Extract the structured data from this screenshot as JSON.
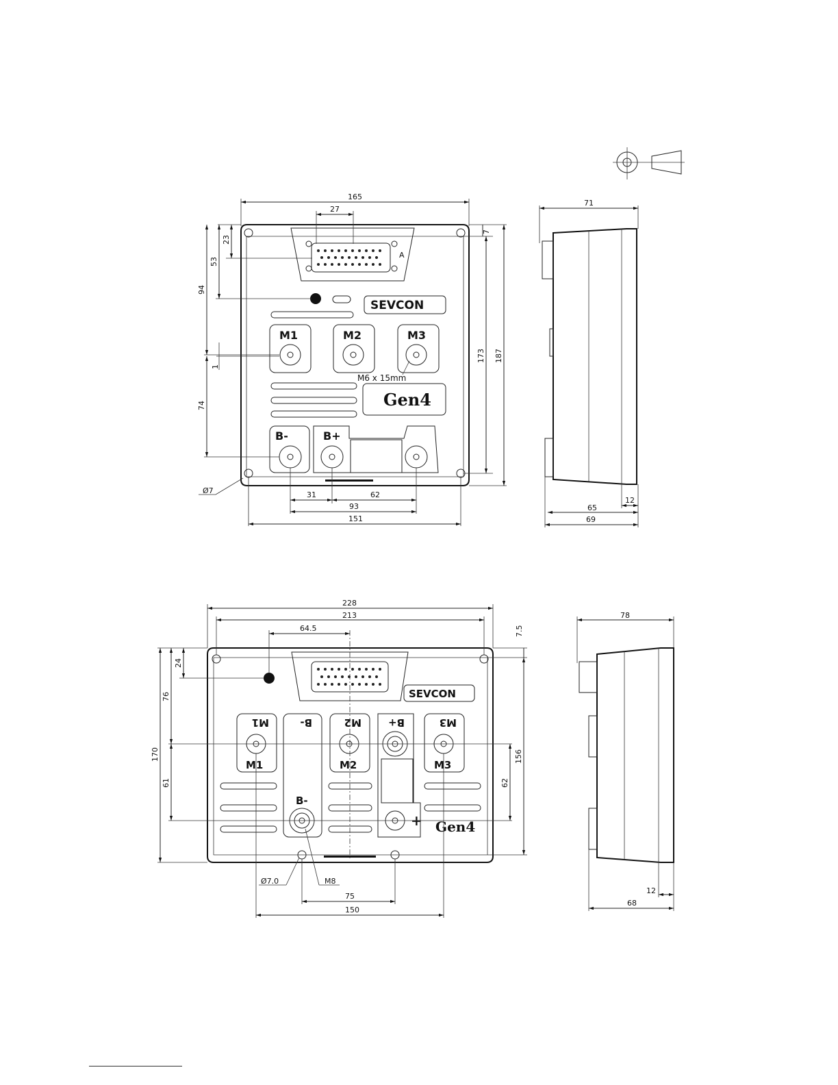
{
  "drawing_1": {
    "front": {
      "dims": {
        "width_165": "165",
        "conn_27": "27",
        "d_23": "23",
        "d_53": "53",
        "d_94": "94",
        "d_1": "1",
        "d_74": "74",
        "d_173": "173",
        "d_187": "187",
        "d_7": "7",
        "hole": "Ø7",
        "d_31": "31",
        "d_62": "62",
        "d_93": "93",
        "d_151": "151"
      },
      "labels": {
        "m1": "M1",
        "m2": "M2",
        "m3": "M3",
        "bneg": "B-",
        "bpos": "B+",
        "brand": "SEVCON",
        "model": "Gen4",
        "pin": "A"
      },
      "note": "M6 x 15mm"
    },
    "side": {
      "dims": {
        "d_71": "71",
        "d_12": "12",
        "d_65": "65",
        "d_69": "69"
      }
    }
  },
  "drawing_2": {
    "front": {
      "dims": {
        "d_228": "228",
        "d_213": "213",
        "d_64_5": "64.5",
        "d_7_5": "7.5",
        "d_24": "24",
        "d_76": "76",
        "d_170": "170",
        "d_61": "61",
        "d_156": "156",
        "d_62": "62",
        "hole": "Ø7.0",
        "m8": "M8",
        "d_75": "75",
        "d_150": "150"
      },
      "labels": {
        "m1": "M1",
        "m2": "M2",
        "m3": "M3",
        "bneg": "B-",
        "bpos": "B+",
        "plus": "+",
        "brand": "SEVCON",
        "model": "Gen4"
      }
    },
    "side": {
      "dims": {
        "d_78": "78",
        "d_12": "12",
        "d_68": "68"
      }
    }
  }
}
